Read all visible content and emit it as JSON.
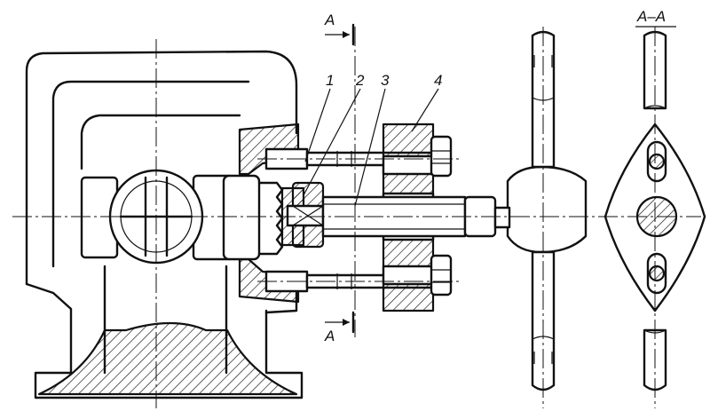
{
  "labels": {
    "part1": "1",
    "part2": "2",
    "part3": "3",
    "part4": "4",
    "section_top": "A",
    "section_bottom": "A",
    "section_view_title": "A–A"
  }
}
